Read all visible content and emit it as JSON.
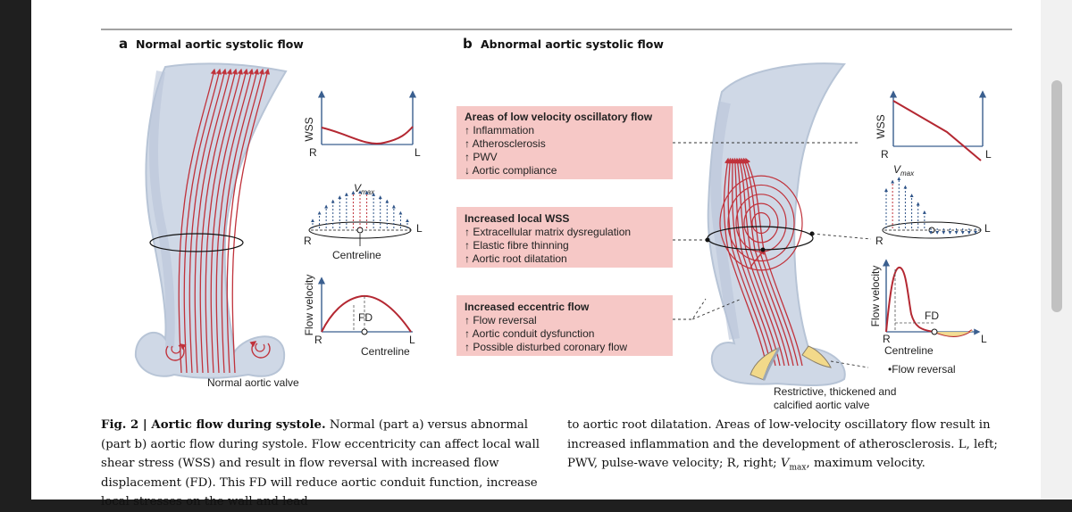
{
  "panel_a": {
    "letter": "a",
    "title": "Normal aortic systolic flow",
    "wss_axis": "WSS",
    "r": "R",
    "l": "L",
    "vmax_v": "V",
    "vmax_sub": "max",
    "centreline": "Centreline",
    "flow_velocity_axis": "Flow velocity",
    "fd": "FD",
    "valve_label": "Normal aortic valve"
  },
  "panel_b": {
    "letter": "b",
    "title": "Abnormal aortic systolic flow",
    "boxes": [
      {
        "title": "Areas of low velocity oscillatory flow",
        "items": [
          "↑ Inflammation",
          "↑ Atherosclerosis",
          "↑ PWV",
          "↓ Aortic compliance"
        ]
      },
      {
        "title": "Increased local WSS",
        "items": [
          "↑ Extracellular matrix dysregulation",
          "↑ Elastic fibre thinning",
          "↑ Aortic root dilatation"
        ]
      },
      {
        "title": "Increased eccentric flow",
        "items": [
          "↑ Flow reversal",
          "↑ Aortic conduit dysfunction",
          "↑ Possible disturbed coronary flow"
        ]
      }
    ],
    "wss_axis": "WSS",
    "r": "R",
    "l": "L",
    "vmax_v": "V",
    "vmax_sub": "max",
    "flow_velocity_axis": "Flow velocity",
    "fd": "FD",
    "centreline": "Centreline",
    "flow_reversal": "•Flow reversal",
    "valve_label_1": "Restrictive, thickened and",
    "valve_label_2": "calcified aortic valve"
  },
  "caption": {
    "label": "Fig. 2 | Aortic flow during systole.",
    "left_text": " Normal (part a) versus abnormal (part b) aortic flow during systole. Flow eccentricity can affect local wall shear stress (WSS) and result in flow reversal with increased flow displacement (FD). This FD will reduce aortic conduit function, increase local stresses on the wall and lead",
    "right_text_1": "to aortic root dilatation. Areas of low-velocity oscillatory flow result in increased inflammation and the development of atherosclerosis. L, left; PWV, pulse-wave velocity; R, right; ",
    "right_vmax": "V",
    "right_vmax_sub": "max",
    "right_text_2": ", maximum velocity."
  },
  "colors": {
    "aorta_fill": "#cfd8e6",
    "aorta_edge": "#b7c4d6",
    "flow_red": "#c0323b",
    "box_fill": "#f6c8c6",
    "axis_blue": "#3a5f8f",
    "dot_blue": "#2f5488",
    "valve_yellow": "#f2d98a"
  }
}
